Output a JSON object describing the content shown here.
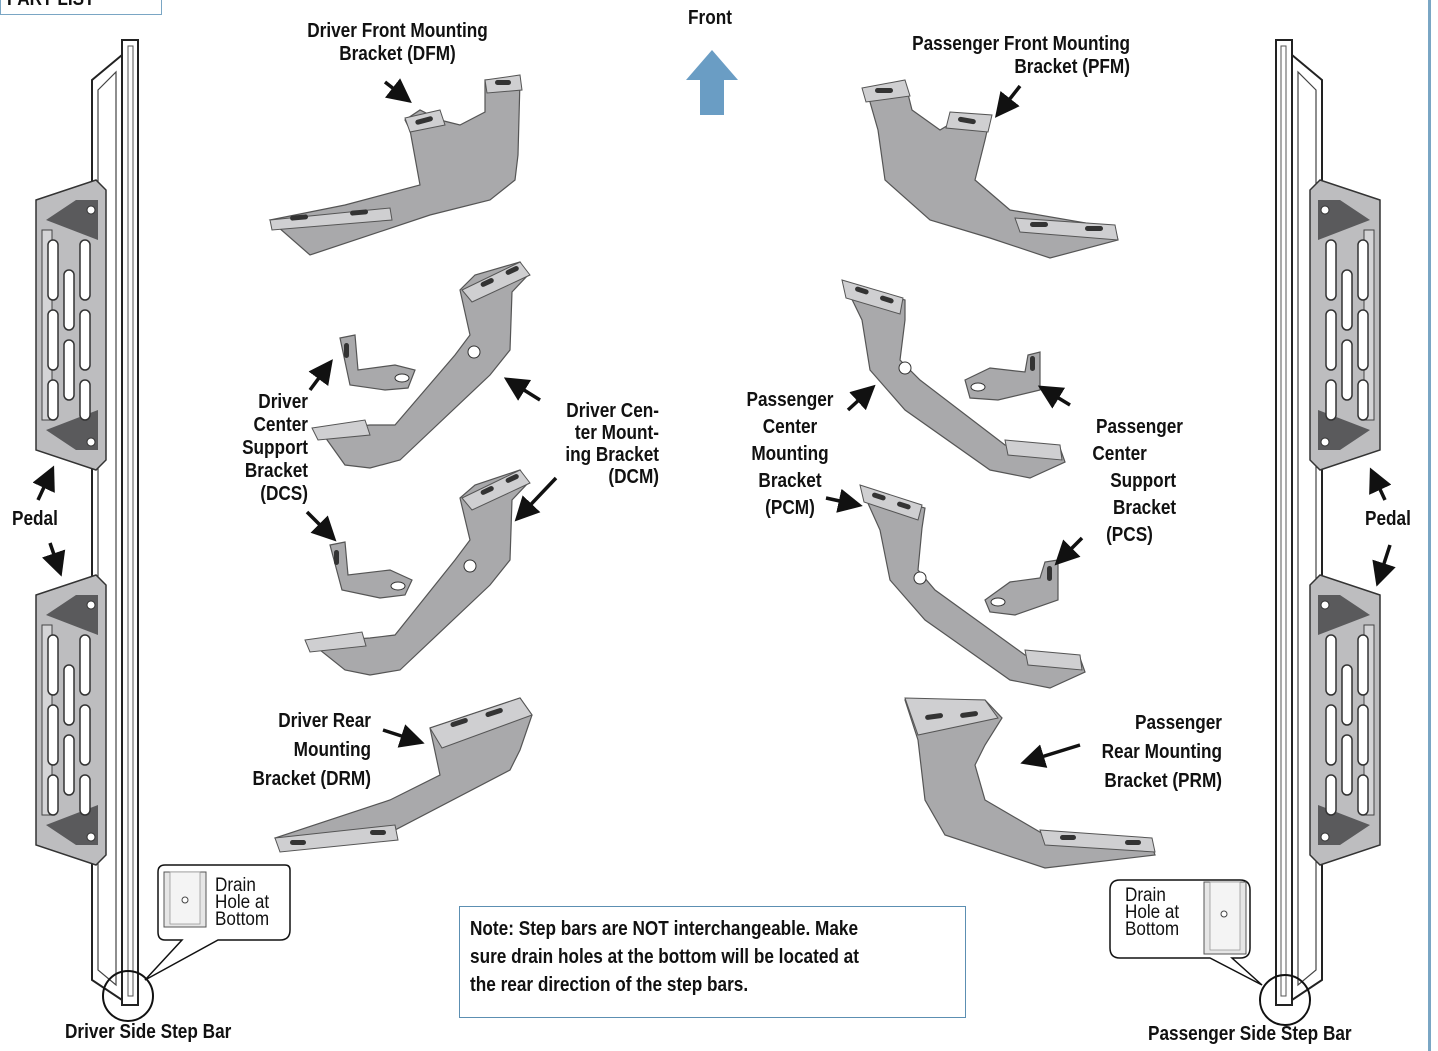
{
  "part_number_tab": "PART LIST",
  "front_label": "Front",
  "labels": {
    "dfm": [
      "Driver Front Mounting",
      "Bracket (DFM)"
    ],
    "pfm": [
      "Passenger Front Mounting",
      "Bracket (PFM)"
    ],
    "dcs": [
      "Driver",
      "Center",
      "Support",
      "Bracket",
      "(DCS)"
    ],
    "dcm": [
      "Driver Cen-",
      "ter Mount-",
      "ing Bracket",
      "(DCM)"
    ],
    "pcm": [
      "Passenger",
      "Center",
      "Mounting",
      "Bracket",
      "(PCM)"
    ],
    "pcs": [
      "Passenger",
      "Center",
      "Support",
      "Bracket",
      "(PCS)"
    ],
    "drm": [
      "Driver Rear",
      "Mounting",
      "Bracket (DRM)"
    ],
    "prm": [
      "Passenger",
      "Rear Mounting",
      "Bracket (PRM)"
    ],
    "pedal_left": "Pedal",
    "pedal_right": "Pedal",
    "driver_bar": "Driver Side Step Bar",
    "passenger_bar": "Passenger Side Step Bar"
  },
  "drain_left": [
    "Drain",
    "Hole at",
    "Bottom"
  ],
  "drain_right": [
    "Drain",
    "Hole at",
    "Bottom"
  ],
  "note": "Note: Step bars are NOT interchangeable. Make\nsure drain holes at the bottom will be located at\nthe rear direction of the step bars.",
  "colors": {
    "part_fill": "#a9a9ab",
    "part_light": "#cfcfd1",
    "part_dark": "#6f6f72",
    "accent": "#6a9dc4",
    "frame": "#5c8fb2"
  }
}
